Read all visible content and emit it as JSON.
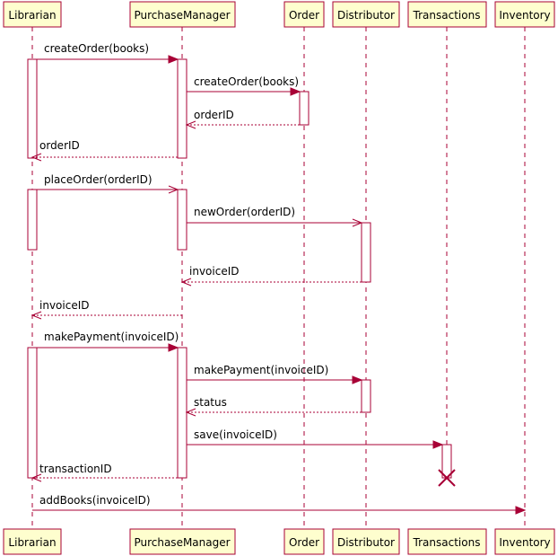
{
  "participants": [
    {
      "id": "librarian",
      "label": "Librarian"
    },
    {
      "id": "purchase_manager",
      "label": "PurchaseManager"
    },
    {
      "id": "order",
      "label": "Order"
    },
    {
      "id": "distributor",
      "label": "Distributor"
    },
    {
      "id": "transactions",
      "label": "Transactions"
    },
    {
      "id": "inventory",
      "label": "Inventory"
    }
  ],
  "messages": [
    {
      "from": "librarian",
      "to": "purchase_manager",
      "label": "createOrder(books)",
      "kind": "call"
    },
    {
      "from": "purchase_manager",
      "to": "order",
      "label": "createOrder(books)",
      "kind": "call"
    },
    {
      "from": "order",
      "to": "purchase_manager",
      "label": "orderID",
      "kind": "return"
    },
    {
      "from": "purchase_manager",
      "to": "librarian",
      "label": "orderID",
      "kind": "return"
    },
    {
      "from": "librarian",
      "to": "purchase_manager",
      "label": "placeOrder(orderID)",
      "kind": "async"
    },
    {
      "from": "purchase_manager",
      "to": "distributor",
      "label": "newOrder(orderID)",
      "kind": "async"
    },
    {
      "from": "distributor",
      "to": "purchase_manager",
      "label": "invoiceID",
      "kind": "return"
    },
    {
      "from": "purchase_manager",
      "to": "librarian",
      "label": "invoiceID",
      "kind": "return"
    },
    {
      "from": "librarian",
      "to": "purchase_manager",
      "label": "makePayment(invoiceID)",
      "kind": "call"
    },
    {
      "from": "purchase_manager",
      "to": "distributor",
      "label": "makePayment(invoiceID)",
      "kind": "call"
    },
    {
      "from": "distributor",
      "to": "purchase_manager",
      "label": "status",
      "kind": "return"
    },
    {
      "from": "purchase_manager",
      "to": "transactions",
      "label": "save(invoiceID)",
      "kind": "call"
    },
    {
      "from": "purchase_manager",
      "to": "librarian",
      "label": "transactionID",
      "kind": "return"
    },
    {
      "from": "librarian",
      "to": "inventory",
      "label": "addBooks(invoiceID)",
      "kind": "call"
    }
  ],
  "destroyed": "transactions",
  "colors": {
    "border": "#a80036",
    "participant_fill": "#fefece",
    "text": "#000000"
  }
}
